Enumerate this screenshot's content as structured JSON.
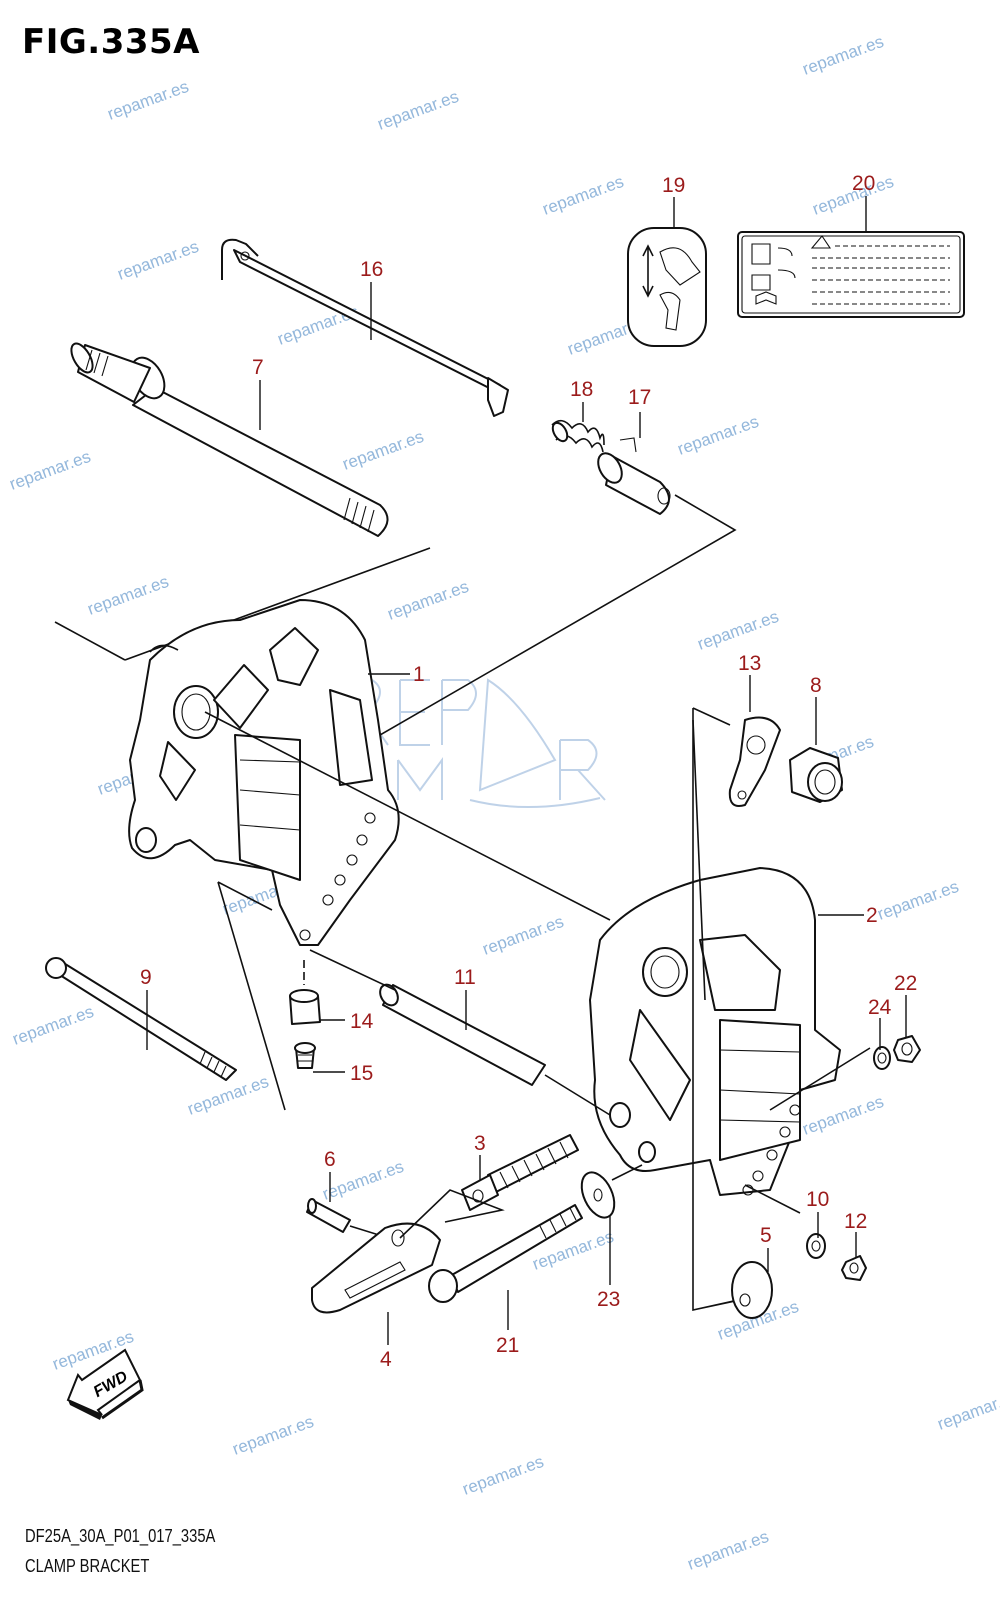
{
  "figure": {
    "title": "FIG.335A",
    "code": "DF25A_30A_P01_017_335A",
    "name": "CLAMP BRACKET"
  },
  "fwd_label": "FWD",
  "logo_text": "REPMAR",
  "watermark_text": "repamar.es",
  "accent_color": "#9b1b1b",
  "watermark_color": "#6f9fd0",
  "callouts": [
    "1",
    "2",
    "3",
    "4",
    "5",
    "6",
    "7",
    "8",
    "9",
    "10",
    "11",
    "12",
    "13",
    "14",
    "15",
    "16",
    "17",
    "18",
    "19",
    "20",
    "21",
    "22",
    "23",
    "24"
  ]
}
